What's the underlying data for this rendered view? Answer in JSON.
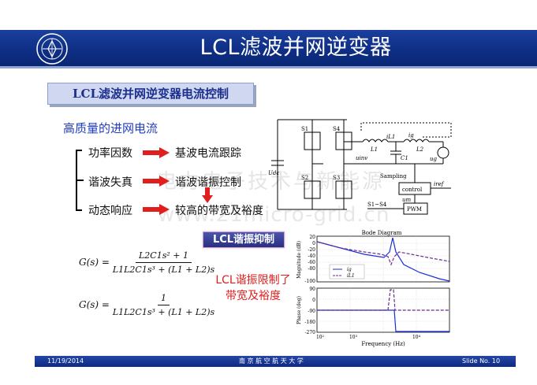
{
  "slide": {
    "title": "LCL滤波并网逆变器",
    "section_title": "LCL滤波并网逆变器电流控制",
    "quality_heading": "高质量的进网电流",
    "requirements": [
      {
        "left": "功率因数",
        "right": "基波电流跟踪"
      },
      {
        "left": "谐波失真",
        "right": "谐波谐振控制"
      },
      {
        "left": "动态响应",
        "right": "较高的带宽及裕度"
      }
    ],
    "resonance_tag": "LCL谐振抑制",
    "red_note_line1": "LCL谐振限制了",
    "red_note_line2": "带宽及裕度",
    "watermark_cn": "电力电子技术与新能源",
    "watermark_url": "www.21micro-grid.cn"
  },
  "equation1": {
    "lhs": "G(s) =",
    "numerator": "L2C1s² + 1",
    "denominator": "L1L2C1s³ + (L1 + L2)s"
  },
  "equation2": {
    "lhs": "G(s) =",
    "numerator": "1",
    "denominator": "L1L2C1s³ + (L1 + L2)s"
  },
  "circuit": {
    "switches": [
      "S1",
      "S4",
      "S2",
      "S3"
    ],
    "udc": "Udc",
    "uinv": "uinv",
    "L1": "L1",
    "L2": "L2",
    "C1": "C1",
    "iL1": "iL1",
    "ig": "ig",
    "ug": "ug",
    "sampling": "Sampling",
    "control": "control",
    "iref": "iref",
    "um": "um",
    "pwm": "PWM",
    "s_range": "S1~S4"
  },
  "bode": {
    "title": "Bode Diagram",
    "mag_ylabel": "Magnitude (dB)",
    "phase_ylabel": "Phase (deg)",
    "xlabel": "Frequency (Hz)",
    "mag_ticks": [
      "20",
      "0",
      "-20",
      "-40",
      "-60",
      "-80",
      "-100"
    ],
    "phase_ticks": [
      "90",
      "0",
      "-90",
      "-180",
      "-270"
    ],
    "x_ticks": [
      "10²",
      "10³",
      "10⁴"
    ],
    "legend": [
      "ig",
      "iL1"
    ]
  },
  "footer": {
    "date": "11/19/2014",
    "university": "南 京 航 空 航 天 大 学",
    "slide_no": "Slide No. 10"
  },
  "colors": {
    "header": "#0f2f86",
    "accent_blue": "#1f3cbf",
    "red": "#e01e1e",
    "trace_ig": "#1a2fd9",
    "trace_il1": "#6b2b8f"
  }
}
